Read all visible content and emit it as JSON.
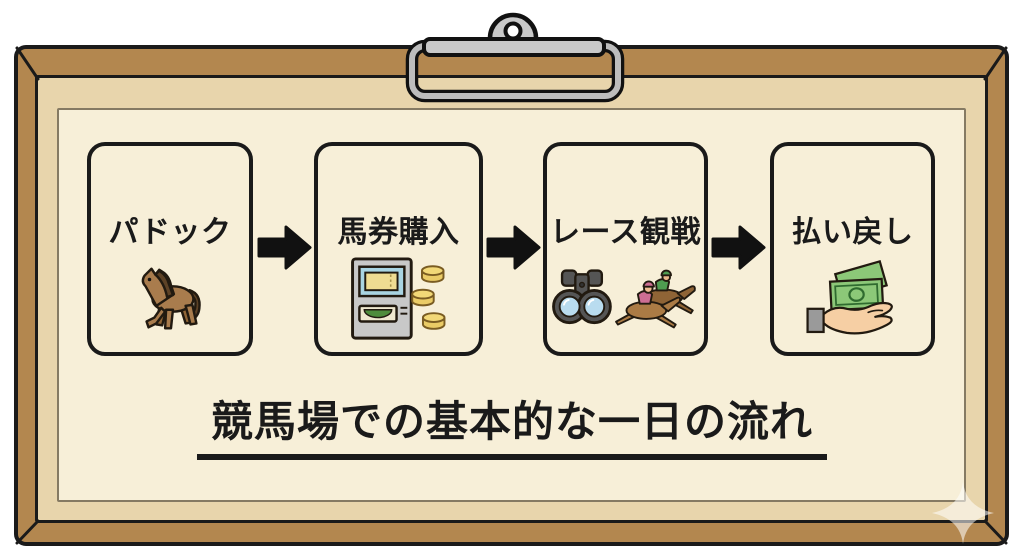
{
  "board": {
    "title": "競馬場での基本的な一日の流れ",
    "steps": [
      {
        "label": "パドック",
        "icon": "horse-icon"
      },
      {
        "label": "馬券購入",
        "icon": "betting-machine-coins-icon"
      },
      {
        "label": "レース観戦",
        "icon": "binoculars-racehorses-icon"
      },
      {
        "label": "払い戻し",
        "icon": "hand-receiving-money-icon"
      }
    ],
    "colors": {
      "frame_wood": "#b3874f",
      "mat": "#e8d5ac",
      "paper": "#f7efd8",
      "outline": "#1a1a1a",
      "clip_metal": "#c9c9c9",
      "arrow": "#111111"
    }
  }
}
